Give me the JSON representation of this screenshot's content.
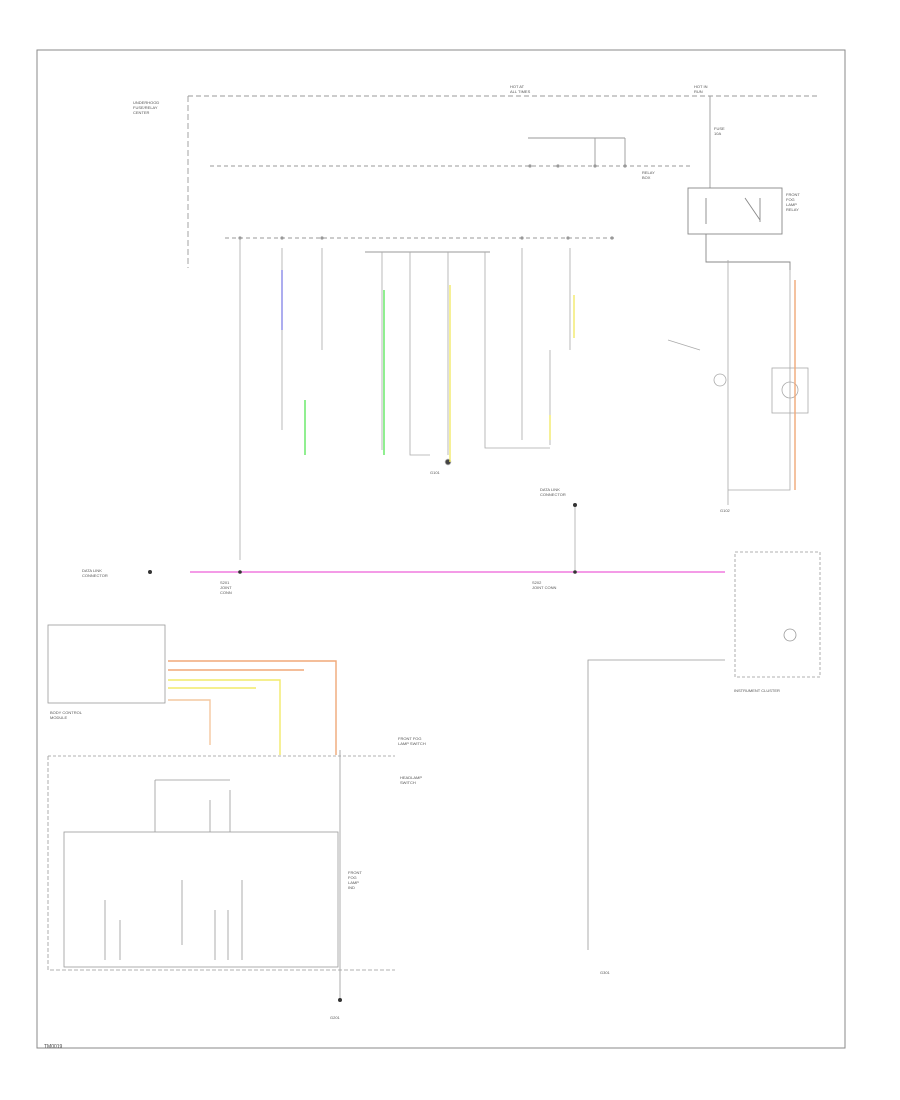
{
  "diagram": {
    "code": "TM0019",
    "wire_colors": {
      "pink": "#f07adf",
      "green": "#62e862",
      "yellow": "#f2ea6a",
      "orange": "#f0a878",
      "light_orange": "#f4c8a0",
      "blue": "#8a8ae8",
      "black": "#333333"
    },
    "labels": {
      "top_left_fuse": "UNDERHOOD\nFUSE/RELAY\nCENTER",
      "hot_at_all_times": "HOT AT\nALL TIMES",
      "hot_in_run": "HOT IN\nRUN",
      "fuse_10a": "FUSE\n10A",
      "relay_box": "RELAY\nBOX",
      "fog_relay": "FRONT\nFOG\nLAMP\nRELAY",
      "ground_g1": "G101",
      "data_link_left": "DATA LINK\nCONNECTOR",
      "splice_left": "S201\nJOINT\nCONN",
      "splice_center": "S202\nJOINT CONN",
      "data_link_center": "DATA LINK\nCONNECTOR",
      "ground_g2": "G102",
      "instrument_cluster": "INSTRUMENT CLUSTER",
      "headlamp_switch": "HEADLAMP\nSWITCH",
      "body_control": "BODY CONTROL\nMODULE",
      "ground_g3": "G201",
      "ground_g4": "G301",
      "fog_switch": "FRONT FOG\nLAMP SWITCH",
      "indicator": "FRONT\nFOG\nLAMP\nIND"
    }
  }
}
